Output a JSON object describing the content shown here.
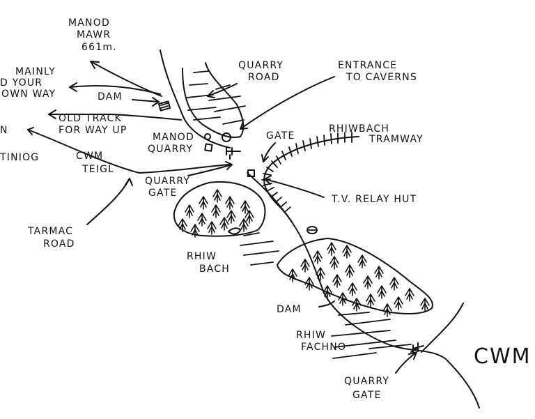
{
  "labels": {
    "manod_mawr": "MANOD",
    "manod_mawr_2": "MAWR",
    "manod_mawr_height": "661m.",
    "mainly_1": "MAINLY",
    "mainly_2": "D YOUR",
    "mainly_3": "OWN WAY",
    "dam_top": "DAM",
    "old_track_1": "OLD TRACK",
    "old_track_2": "FOR WAY UP",
    "left_n": "N",
    "left_tiniog": "TINIOG",
    "cwm_teigl_1": "CWM",
    "cwm_teigl_2": "TEIGL",
    "quarry_road_1": "QUARRY",
    "quarry_road_2": "ROAD",
    "entrance_1": "ENTRANCE",
    "entrance_2": "TO CAVERNS",
    "manod_quarry_1": "MANOD",
    "manod_quarry_2": "QUARRY",
    "gate": "GATE",
    "rhiwbach_tramway_1": "RHIWBACH",
    "rhiwbach_tramway_2": "TRAMWAY",
    "quarry_gate_top_1": "QUARRY",
    "quarry_gate_top_2": "GATE",
    "tv_relay_hut": "T.V. RELAY HUT",
    "tarmac_road_1": "TARMAC",
    "tarmac_road_2": "ROAD",
    "rhiw_bach_1": "RHIW",
    "rhiw_bach_2": "BACH",
    "dam_bottom": "DAM",
    "rhiw_fachno_1": "RHIW",
    "rhiw_fachno_2": "FACHNO",
    "quarry_gate_bottom_1": "QUARRY",
    "quarry_gate_bottom_2": "GATE",
    "cwm": "CWM"
  },
  "colors": {
    "ink": "#111111",
    "paper": "#ffffff"
  }
}
